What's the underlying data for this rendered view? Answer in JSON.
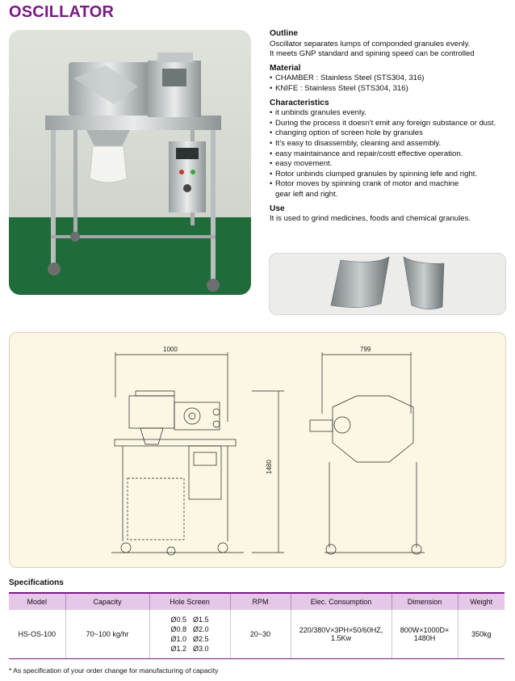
{
  "page_title": "OSCILLATOR",
  "outline": {
    "heading": "Outline",
    "lines": [
      "Oscillator separates lumps of componded granules evenly.",
      "It meets GNP standard and spining speed can be controlled"
    ]
  },
  "material": {
    "heading": "Material",
    "items": [
      "CHAMBER : Stainless Steel (STS304, 316)",
      "KNIFE : Stainless Steel (STS304, 316)"
    ]
  },
  "characteristics": {
    "heading": "Characteristics",
    "items": [
      "it unbinds granules evenly.",
      "During the process it doesn't emit any foreign substance or dust.",
      "changing option of screen hole by granules",
      "It's easy to disassembly, cleaning and assembly.",
      "easy maintainance and repair/costt effective operation.",
      "easy movement.",
      "Rotor unbinds clumped granules by spinning lefe and right.",
      "Rotor moves by spinning crank of motor and machine",
      "gear left and right."
    ]
  },
  "use": {
    "heading": "Use",
    "text": "It is used to grind medicines, foods and chemical granules."
  },
  "drawing": {
    "width_label": "1000",
    "depth_label": "799",
    "height_label": "1480"
  },
  "specifications": {
    "heading": "Specifications",
    "columns": [
      "Model",
      "Capacity",
      "Hole Screen",
      "RPM",
      "Elec. Consumption",
      "Dimension",
      "Weight"
    ],
    "row": {
      "model": "HS-OS-100",
      "capacity": "70~100 kg/hr",
      "holes": [
        "Ø0.5",
        "Ø1.5",
        "Ø0.8",
        "Ø2.0",
        "Ø1.0",
        "Ø2.5",
        "Ø1.2",
        "Ø3.0"
      ],
      "rpm": "20~30",
      "elec_line1": "220/380V×3PH×50/60HZ,",
      "elec_line2": "1.5Kw",
      "dimension_line1": "800W×1000D×",
      "dimension_line2": "1480H",
      "weight": "350kg"
    }
  },
  "footnote": "* As specification of your order change for  manufacturing of capacity",
  "colors": {
    "title": "#7a1a86",
    "table_header": "#e5c8e8",
    "floor": "#1f6b3a"
  }
}
